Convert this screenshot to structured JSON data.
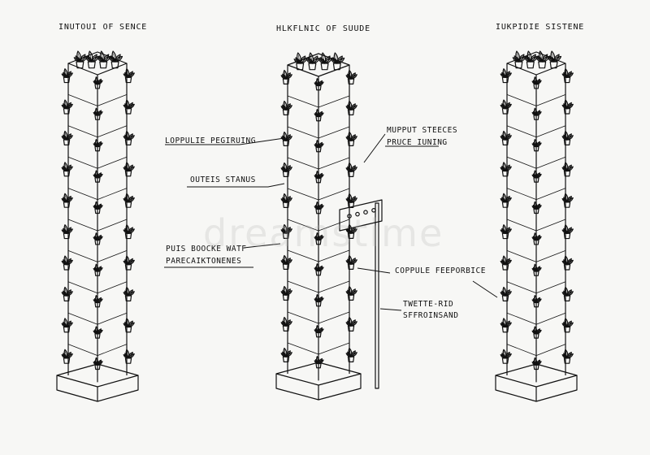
{
  "titles": {
    "left": "INUTOUI OF SENCE",
    "center": "HLKFLNIC OF SUUDE",
    "right": "IUKPIDIE SISTENE"
  },
  "callouts": {
    "loppulie": "LOPPULIE PEGIRUING",
    "outeis": "OUTEIS STANUS",
    "pots_line1": "PUIS BOOCKE WATF",
    "pots_line2": "PARECAIKTONENES",
    "muppet_line1": "MUPPUT STEECES",
    "muppet_line2": "PRUCE IUNING",
    "copouce": "COPPULE FEEPORBICE",
    "twette_line1": "TWETTE-RID",
    "twette_line2": "SFFROINSAND"
  },
  "watermark": "dreamstime",
  "colors": {
    "ink": "#111111",
    "paper": "#f7f7f5"
  }
}
